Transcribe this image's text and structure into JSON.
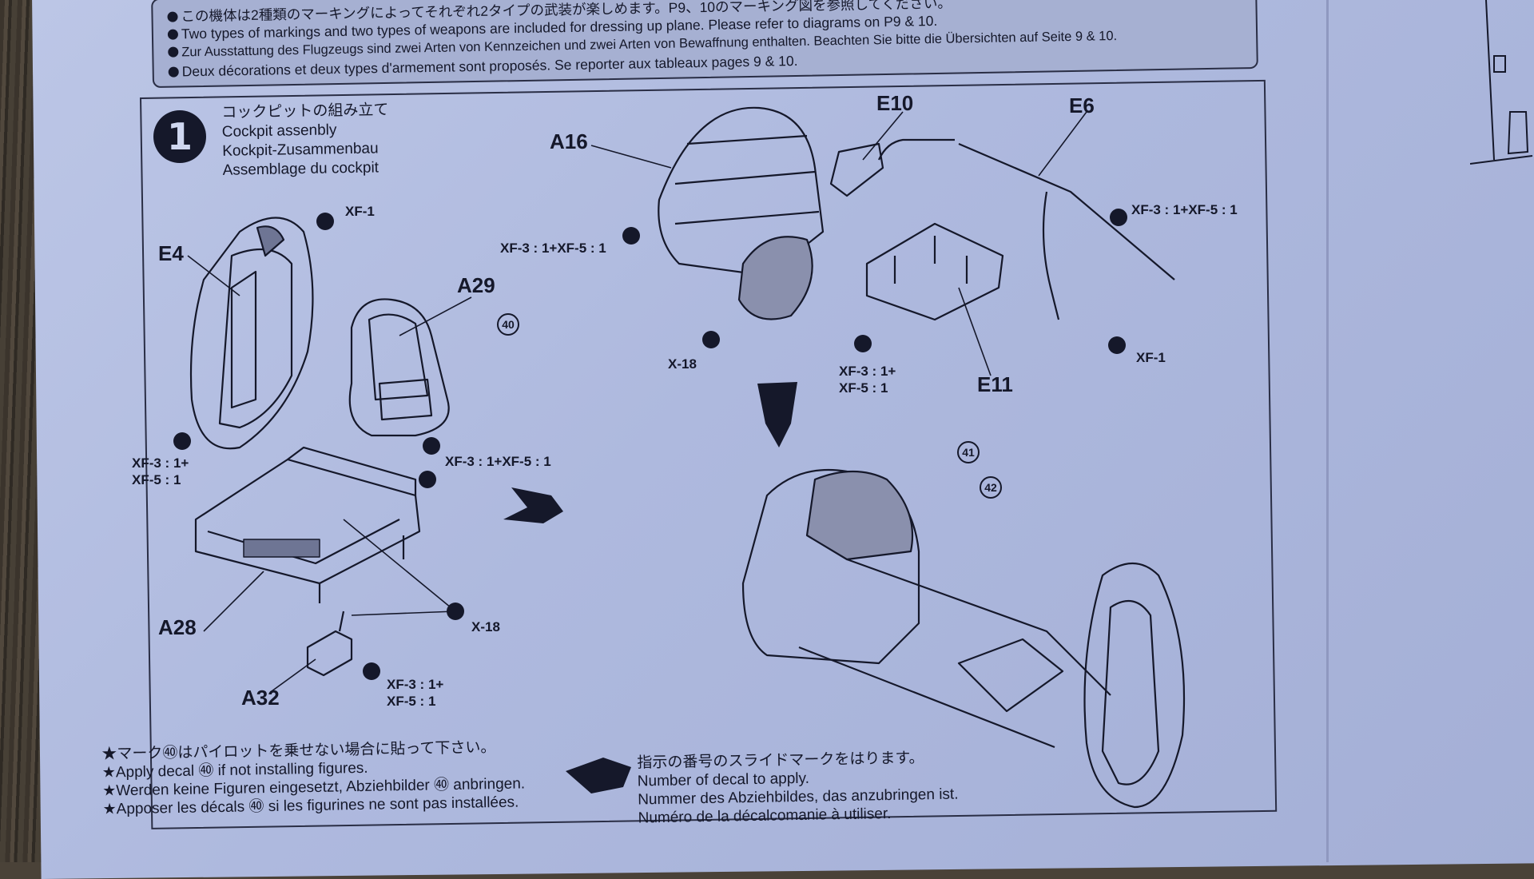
{
  "header": {
    "lines": [
      "この機体は2種類のマーキングによってそれぞれ2タイプの武装が楽しめます。P9、10のマーキング図を参照してください。",
      "Two types of markings and two types of weapons are included for dressing up plane. Please refer to diagrams on P9 & 10.",
      "Zur Ausstattung des Flugzeugs sind zwei Arten von Kennzeichen und zwei Arten von Bewaffnung enthalten. Beachten Sie bitte die Übersichten auf Seite 9 & 10.",
      "Deux décorations et deux types d'armement sont proposés. Se reporter aux tableaux pages 9 & 10."
    ]
  },
  "step": {
    "number": "1",
    "title_ja": "コックピットの組み立て",
    "title_en": "Cockpit assenbly",
    "title_de": "Kockpit-Zusammenbau",
    "title_fr": "Assemblage du cockpit"
  },
  "part_labels": {
    "e4": "E4",
    "a29": "A29",
    "a28": "A28",
    "a32": "A32",
    "a16": "A16",
    "e10": "E10",
    "e6": "E6",
    "e11": "E11"
  },
  "paint_labels": {
    "xf1_top": "XF-1",
    "xf3_left_1": "XF-3 : 1+",
    "xf3_left_2": "XF-5 : 1",
    "xf3_seat": "XF-3 : 1+XF-5 : 1",
    "x18_lower": "X-18",
    "xf3_a32_1": "XF-3 : 1+",
    "xf3_a32_2": "XF-5 : 1",
    "xf3_a16": "XF-3 : 1+XF-5 : 1",
    "x18_upper": "X-18",
    "xf3_e11_1": "XF-3 : 1+",
    "xf3_e11_2": "XF-5 : 1",
    "xf3_e6": "XF-3 : 1+XF-5 : 1",
    "xf1_e6": "XF-1"
  },
  "decal_numbers": {
    "d40": "40",
    "d41": "41",
    "d42": "42"
  },
  "notes_left": [
    "★マーク㊵はパイロットを乗せない場合に貼って下さい。",
    "★Apply decal ㊵ if not installing figures.",
    "★Werden keine Figuren eingesetzt, Abziehbilder ㊵ anbringen.",
    "★Apposer les décals ㊵ si les figurines ne sont pas installées."
  ],
  "notes_right": [
    "指示の番号のスライドマークをはります。",
    "Number of decal to apply.",
    "Nummer des Abziehbildes, das anzubringen ist.",
    "Numéro de la décalcomanie à utiliser."
  ],
  "colors": {
    "paper": "#b3bee2",
    "ink": "#15182a"
  }
}
